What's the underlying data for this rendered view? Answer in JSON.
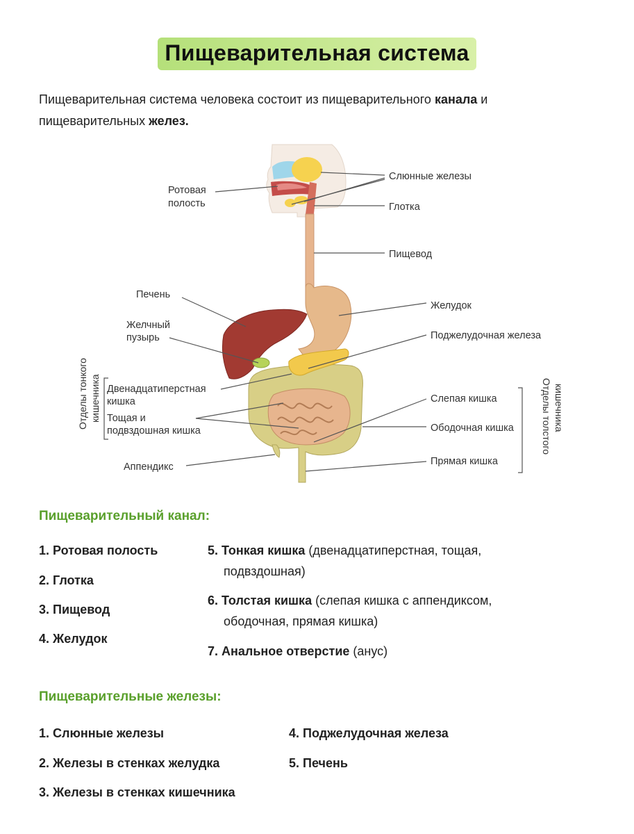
{
  "title": "Пищеварительная система",
  "intro": {
    "part1": "Пищеварительная система человека состоит из пищеварительного ",
    "bold1": "канала",
    "part2": " и пищеварительных ",
    "bold2": "желез."
  },
  "diagram_labels": {
    "oral_cavity_1": "Ротовая",
    "oral_cavity_2": "полость",
    "salivary_glands": "Слюнные железы",
    "pharynx": "Глотка",
    "esophagus": "Пищевод",
    "liver": "Печень",
    "stomach": "Желудок",
    "gallbladder_1": "Желчный",
    "gallbladder_2": "пузырь",
    "pancreas": "Поджелудочная железа",
    "duodenum_1": "Двенадцатиперстная",
    "duodenum_2": "кишка",
    "jejunum_1": "Тощая и",
    "jejunum_2": "подвздошная кишка",
    "cecum": "Слепая кишка",
    "colon": "Ободочная кишка",
    "rectum": "Прямая кишка",
    "appendix": "Аппендикс",
    "small_intestine_sections_1": "Отделы тонкого",
    "small_intestine_sections_2": "кишечника",
    "large_intestine_sections_1": "Отделы толстого",
    "large_intestine_sections_2": "кишечника"
  },
  "canal": {
    "heading": "Пищеварительный канал:",
    "left": [
      {
        "num": "1.",
        "label": "Ротовая полость"
      },
      {
        "num": "2.",
        "label": "Глотка"
      },
      {
        "num": "3.",
        "label": "Пищевод"
      },
      {
        "num": "4.",
        "label": "Желудок"
      }
    ],
    "right": [
      {
        "num": "5.",
        "label": "Тонкая кишка",
        "rest": " (двенадцатиперстная, тощая,",
        "rest2": "подвздошная)"
      },
      {
        "num": "6.",
        "label": "Толстая кишка",
        "rest": " (слепая кишка с аппендиксом,",
        "rest2": "ободочная, прямая кишка)"
      },
      {
        "num": "7.",
        "label": "Анальное отверстие",
        "rest": " (анус)"
      }
    ]
  },
  "glands": {
    "heading": "Пищеварительные железы:",
    "left": [
      {
        "num": "1.",
        "label": "Слюнные железы"
      },
      {
        "num": "2.",
        "label": "Железы в стенках желудка"
      },
      {
        "num": "3.",
        "label": "Железы в стенках кишечника"
      }
    ],
    "right": [
      {
        "num": "4.",
        "label": "Поджелудочная железа"
      },
      {
        "num": "5.",
        "label": "Печень"
      }
    ]
  },
  "colors": {
    "accent_green": "#5aa02c",
    "title_bg": "#c4e890",
    "liver": "#a23a32",
    "stomach": "#e6b98b",
    "pancreas": "#f2c94c",
    "intestine": "#d8cf86",
    "small_intestine": "#e7b58e",
    "salivary": "#f6d24f",
    "oral": "#9fd6ea"
  }
}
